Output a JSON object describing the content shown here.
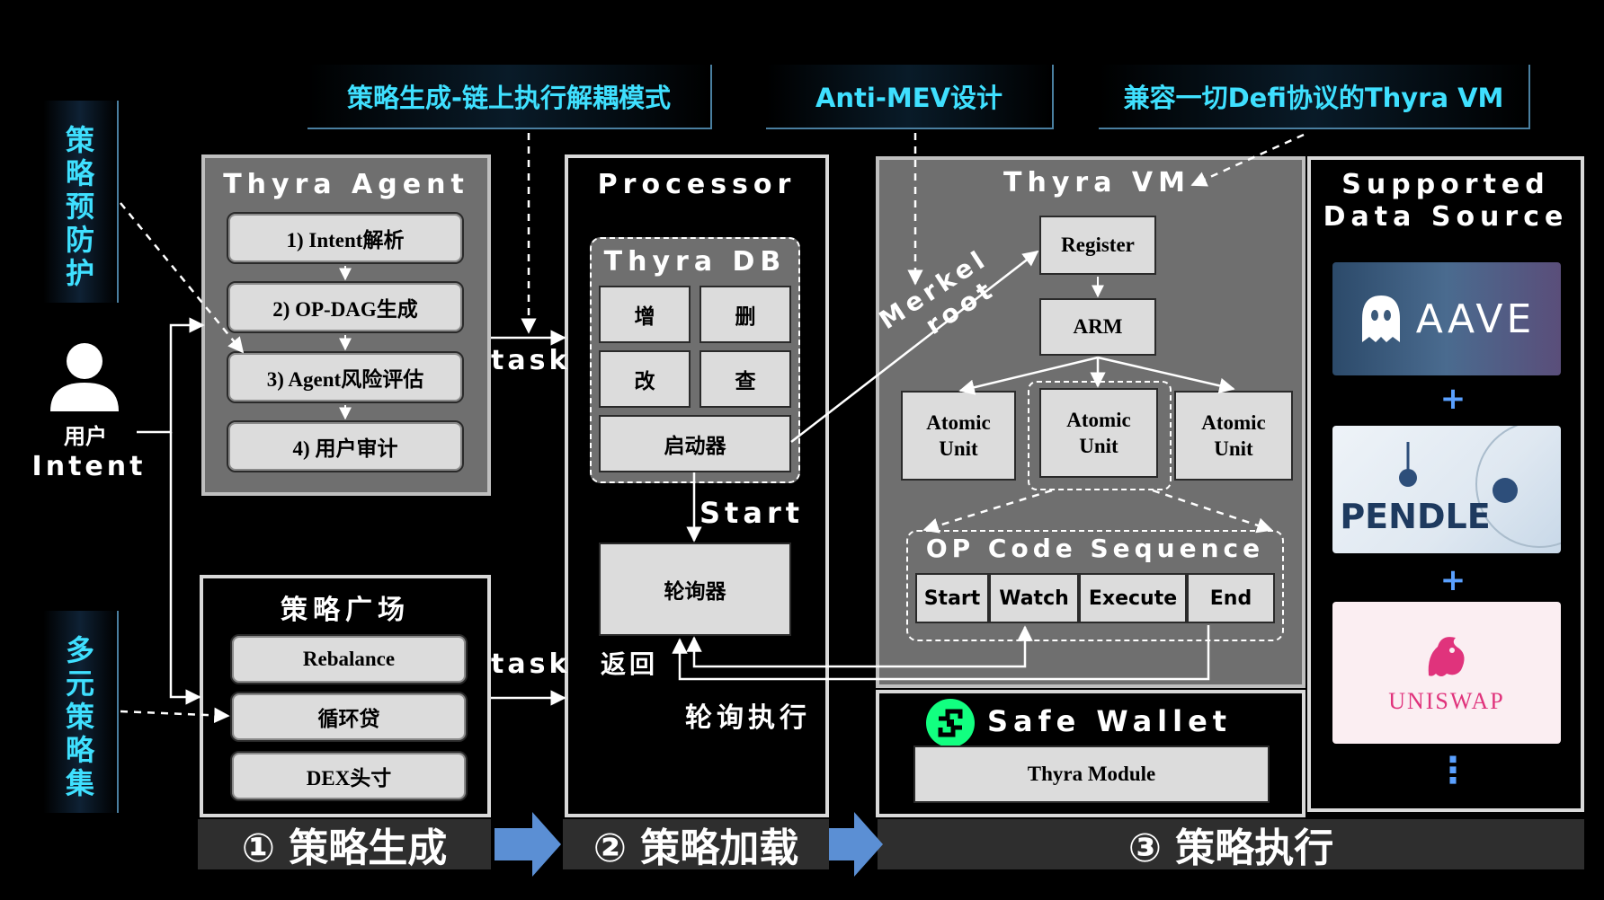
{
  "banners": {
    "decouple": "策略生成-链上执行解耦模式",
    "anti_mev": "Anti-MEV设计",
    "compat": "兼容一切Defi协议的Thyra VM"
  },
  "side_labels": {
    "prevention": "策\n略\n预\n防\n护",
    "strategy_set": "多\n元\n策\n略\n集"
  },
  "user": {
    "label": "用户",
    "intent": "Intent"
  },
  "agent": {
    "title": "Thyra Agent",
    "steps": [
      "1) Intent解析",
      "2) OP-DAG生成",
      "3) Agent风险评估",
      "4) 用户审计"
    ]
  },
  "plaza": {
    "title": "策略广场",
    "items": [
      "Rebalance",
      "循环贷",
      "DEX头寸"
    ]
  },
  "task_labels": [
    "task",
    "task"
  ],
  "processor": {
    "title": "Processor",
    "db_title": "Thyra DB",
    "ops": [
      "增",
      "删",
      "改",
      "查"
    ],
    "launcher": "启动器",
    "start": "Start",
    "poller": "轮询器",
    "return": "返回",
    "poll_exec": "轮询执行"
  },
  "merkel": {
    "line1": "Merkel",
    "line2": "root"
  },
  "vm": {
    "title": "Thyra VM",
    "register": "Register",
    "arm": "ARM",
    "atomic_units": [
      "Atomic\nUnit",
      "Atomic\nUnit",
      "Atomic\nUnit"
    ],
    "seq_title": "OP Code Sequence",
    "seq_items": [
      "Start",
      "Watch",
      "Execute",
      "End"
    ]
  },
  "wallet": {
    "title": "Safe Wallet",
    "module": "Thyra Module"
  },
  "sources": {
    "title_line1": "Supported",
    "title_line2": "Data Source",
    "items": [
      "AAVE",
      "PENDLE",
      "UNISWAP"
    ],
    "plus": "+",
    "more": "⋮"
  },
  "stages": {
    "s1": "① 策略生成",
    "s2": "② 策略加载",
    "s3": "③ 策略执行"
  },
  "colors": {
    "accent": "#3fe0ff",
    "stage_arrow": "#5b8fd4",
    "uniswap": "#e0337c",
    "pendle": "#1e3a5f"
  }
}
